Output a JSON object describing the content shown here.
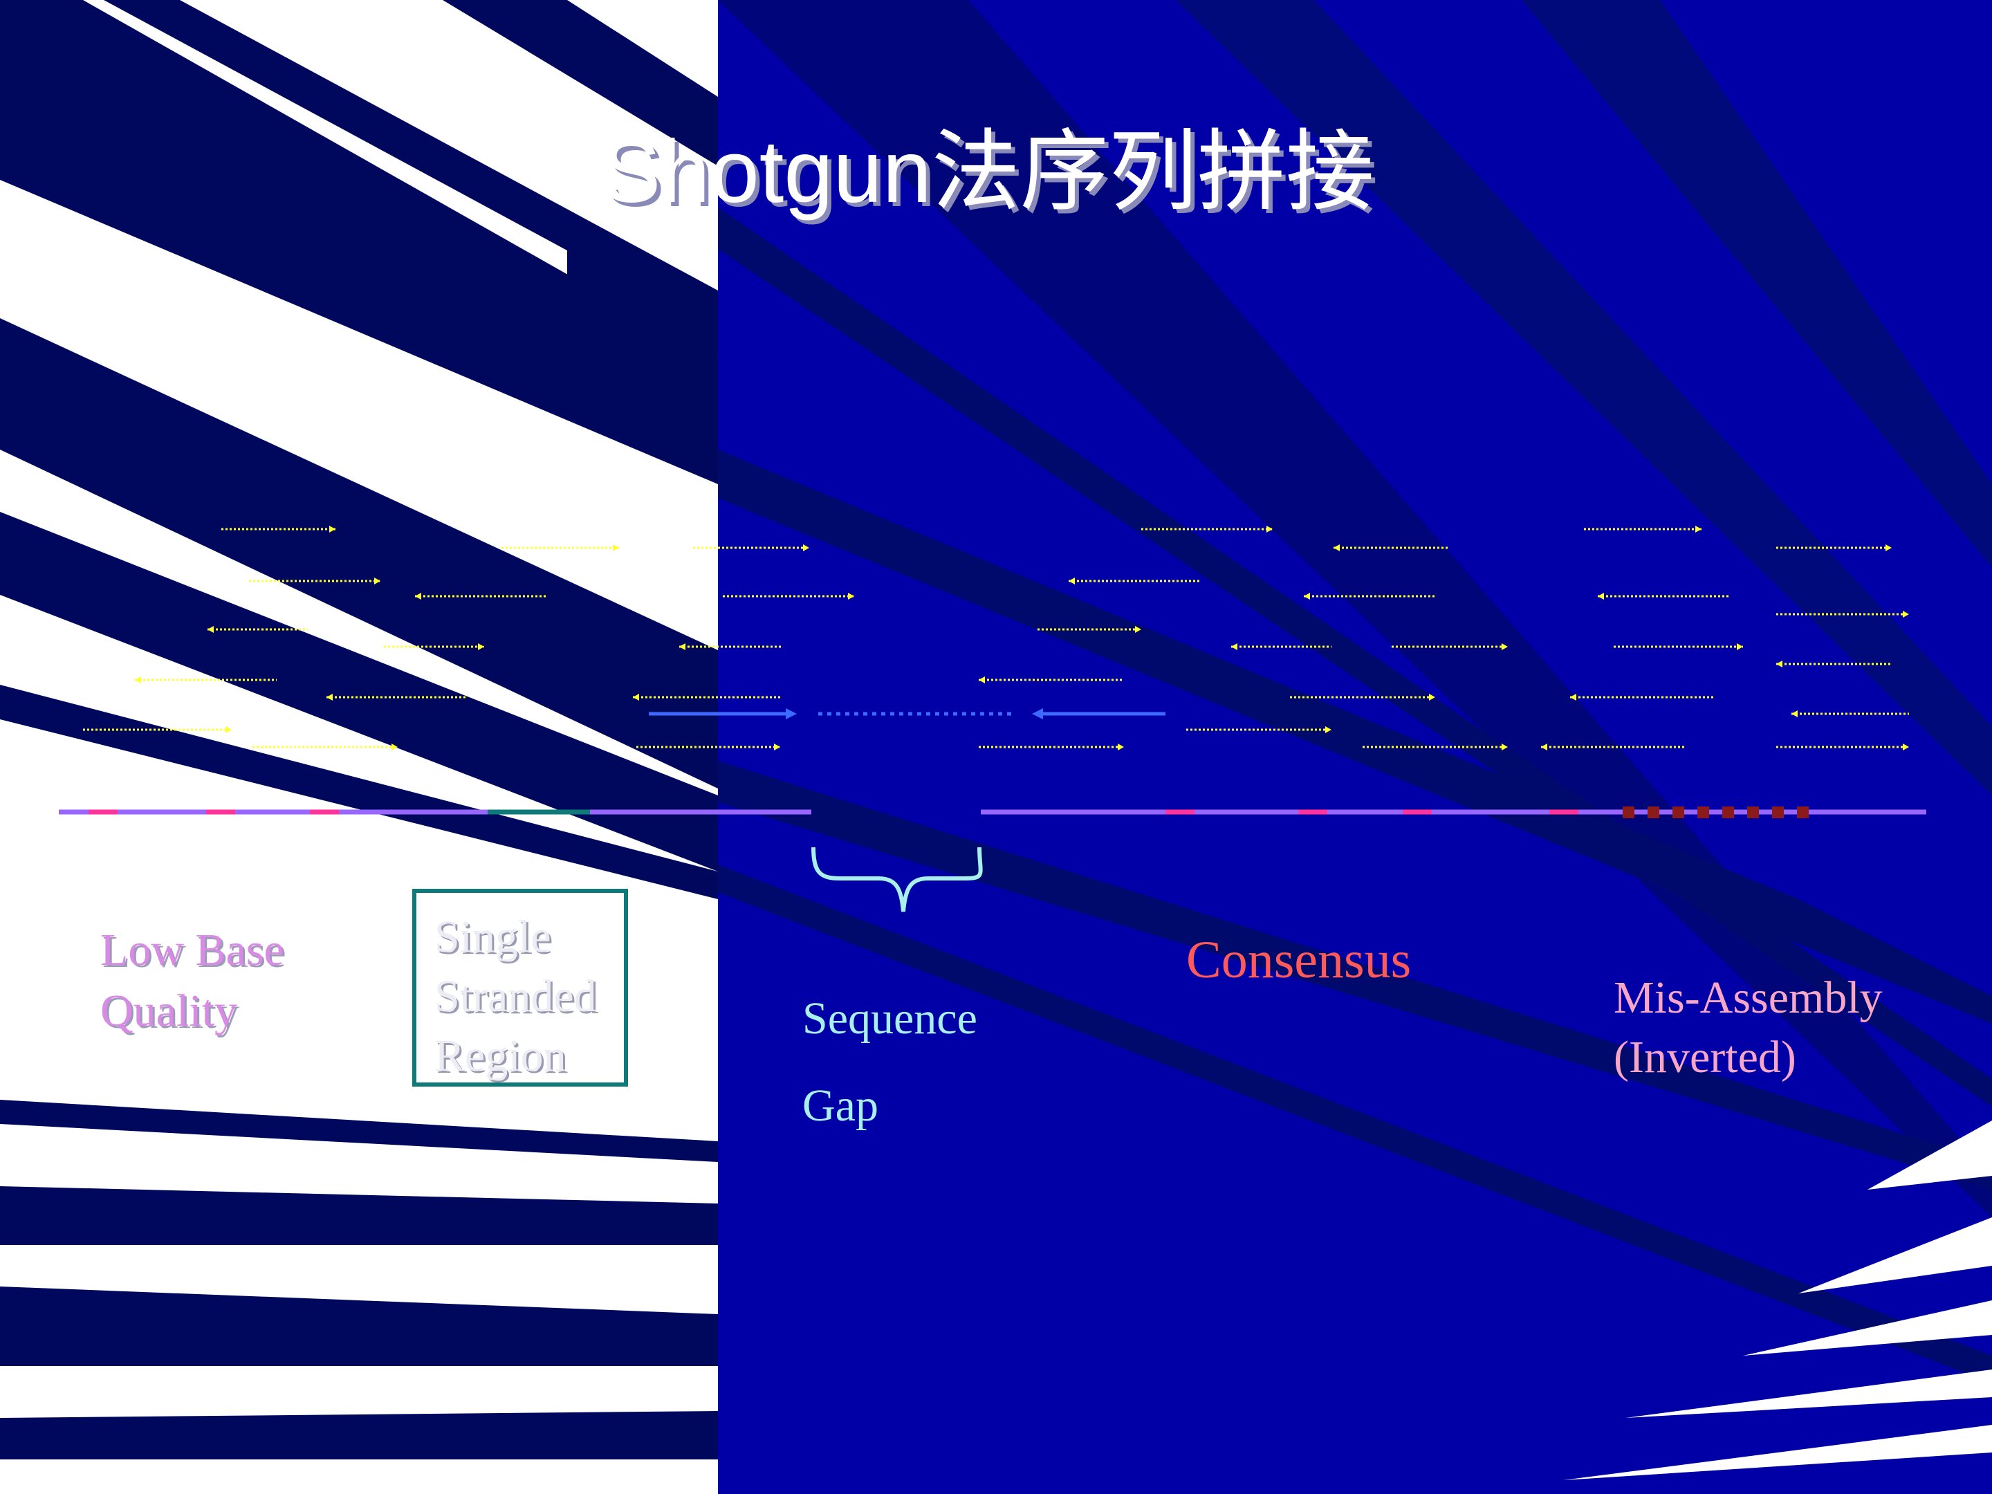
{
  "title": "Shotgun法序列拼接",
  "labels": {
    "low_base_quality": [
      "Low Base",
      "Quality"
    ],
    "single_stranded_region": [
      "Single",
      "Stranded",
      "Region"
    ],
    "sequence_gap": [
      "Sequence",
      "Gap"
    ],
    "consensus": "Consensus",
    "mis_assembly": [
      "Mis-Assembly",
      "(Inverted)"
    ]
  },
  "colors": {
    "background_dark": "#000a5c",
    "background_blue": "#0000a6",
    "read": "#ffff33",
    "consensus_line": "#9966ff",
    "low_quality_mark": "#ff3399",
    "single_strand_mark": "#0f7a7a",
    "misassembly_mark": "#8b1a1a",
    "gap_read": "#3f6aff",
    "gap_brace": "#a8f0ec"
  }
}
